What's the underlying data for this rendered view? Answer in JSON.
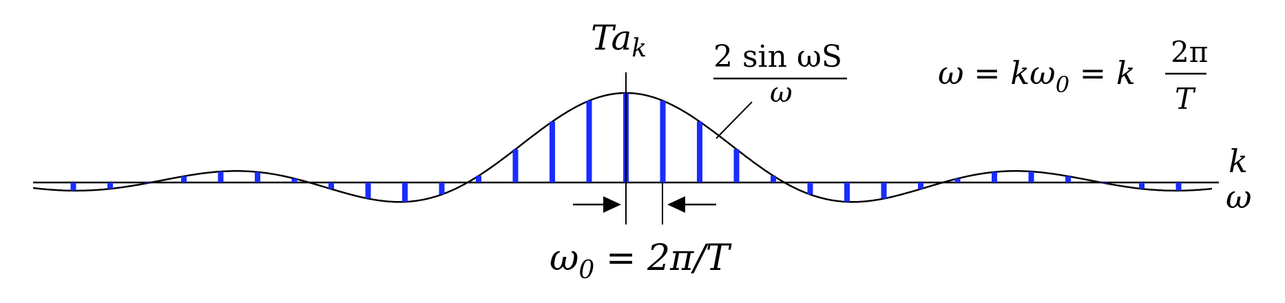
{
  "diagram": {
    "title_label": {
      "base": "Ta",
      "sub": "k"
    },
    "envelope_label": {
      "numerator": "2 sin ωS",
      "denominator": "ω"
    },
    "relation_label": {
      "lhs": "ω = kω",
      "sub": "0",
      "mid": " = k",
      "frac_num": "2π",
      "frac_den": "T"
    },
    "spacing_label": {
      "w": "ω",
      "sub": "0",
      "rest": " = 2π/T"
    },
    "axis_labels": {
      "k": "k",
      "omega": "ω"
    },
    "colors": {
      "samples": "#1a2cff",
      "curve": "#000000",
      "axis": "#000000"
    },
    "envelope": {
      "function": "2 sin(ωS)/ω",
      "kmin": -16,
      "kmax": 16,
      "peak_index": 0,
      "first_zero_k": 4.3
    }
  }
}
